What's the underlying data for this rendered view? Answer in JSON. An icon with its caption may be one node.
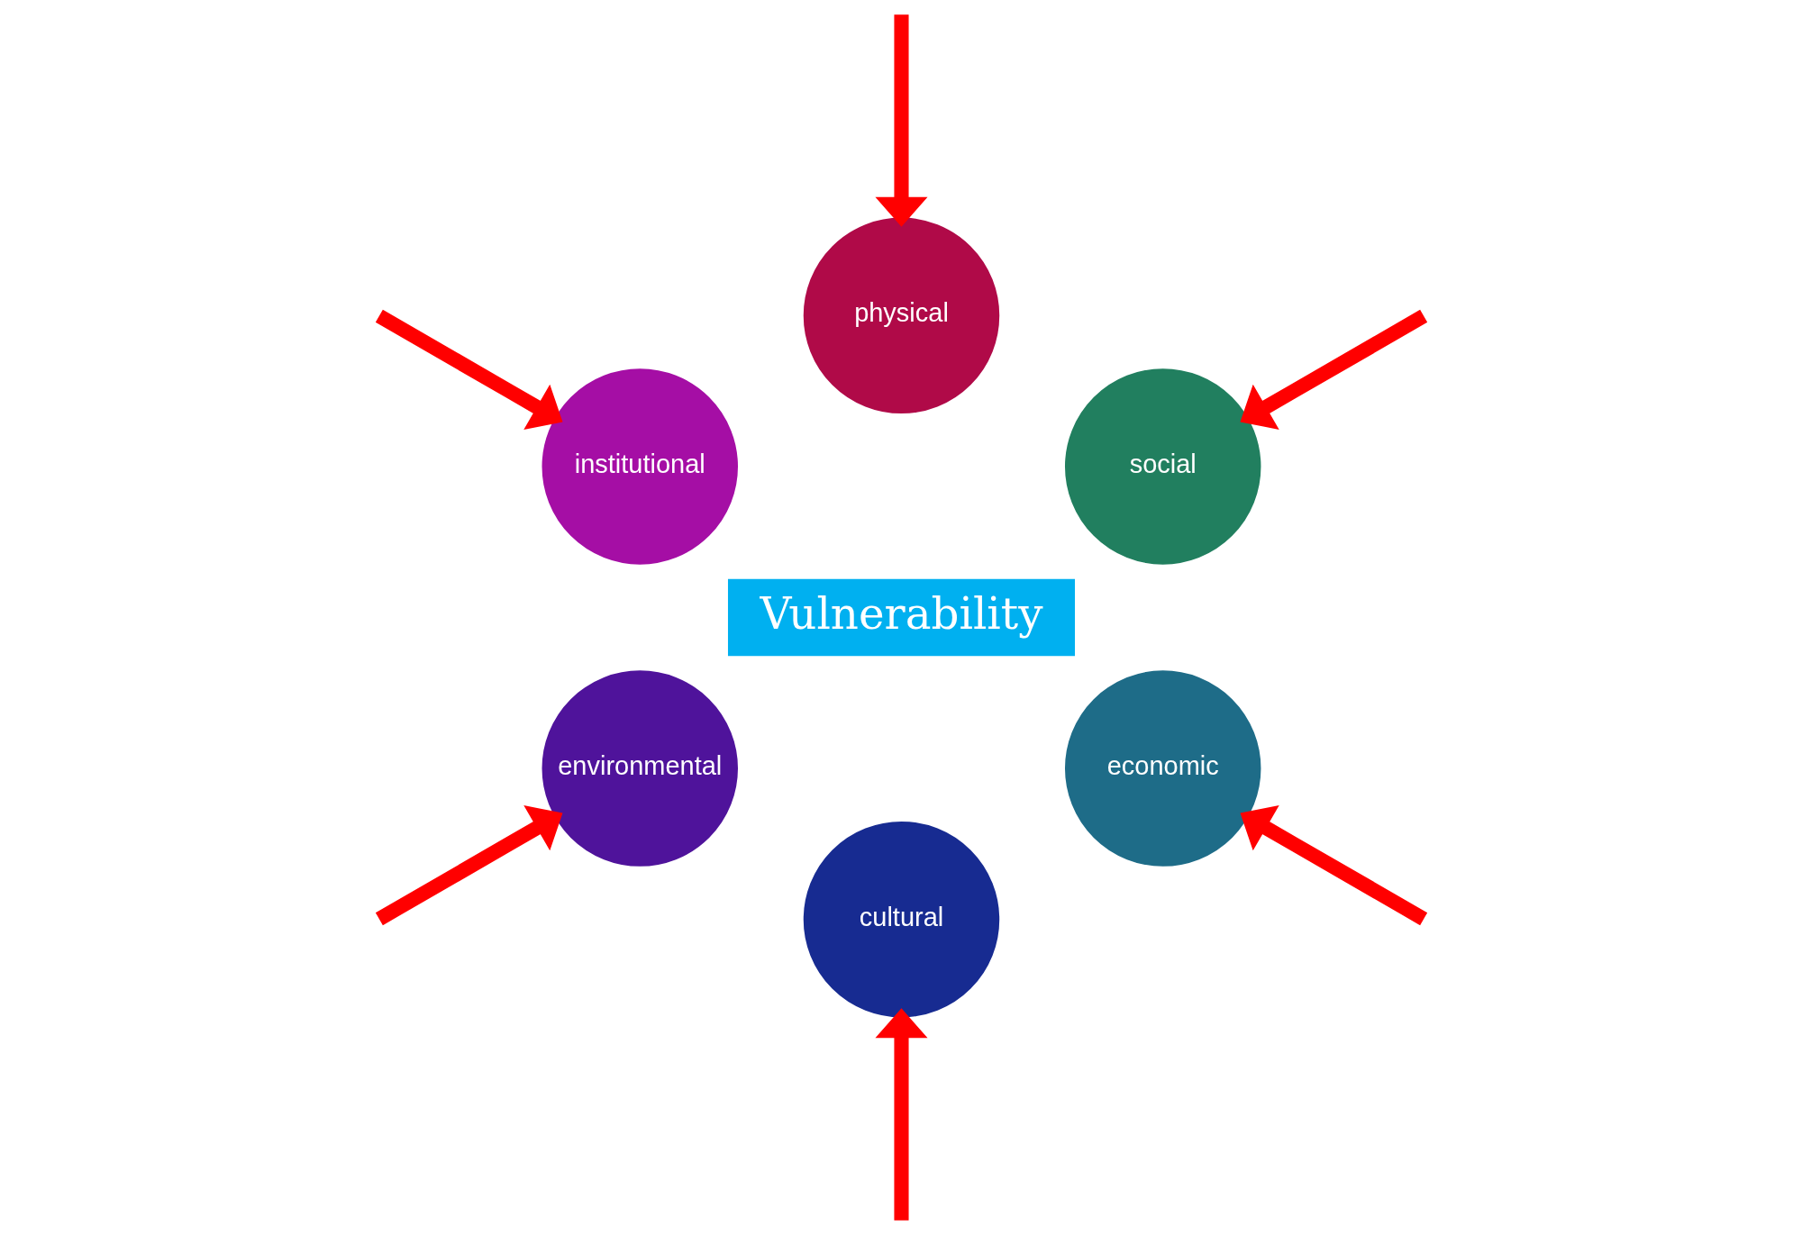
{
  "diagram": {
    "nodes": [
      {
        "text": [
          "Vulnerability"
        ]
      },
      {
        "text": [
          "social"
        ]
      },
      {
        "text": [
          "physical"
        ]
      },
      {
        "text": [
          "institutional"
        ]
      },
      {
        "text": [
          "environmental"
        ]
      },
      {
        "text": [
          "cultural"
        ]
      },
      {
        "text": [
          "economic"
        ]
      }
    ],
    "edges": [
      {
        "from": null,
        "to": 1,
        "arrow": "to"
      },
      {
        "from": null,
        "to": 2,
        "arrow": "to"
      },
      {
        "from": null,
        "to": 3,
        "arrow": "to"
      },
      {
        "from": null,
        "to": 4,
        "arrow": "to"
      },
      {
        "from": null,
        "to": 5,
        "arrow": "to"
      },
      {
        "from": null,
        "to": 6,
        "arrow": "to"
      }
    ]
  }
}
